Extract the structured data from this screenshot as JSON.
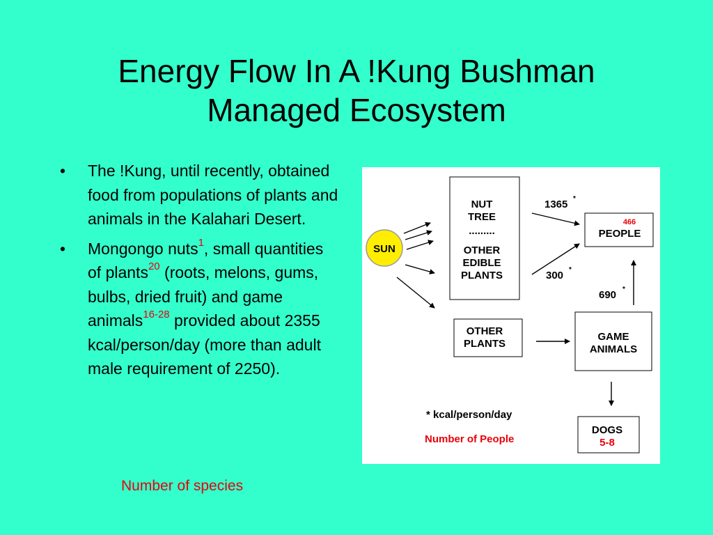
{
  "title": {
    "line1": "Energy Flow In A !Kung Bushman",
    "line2": "Managed Ecosystem"
  },
  "bullets": {
    "b1": {
      "text": "The !Kung, until recently, obtained food from populations of plants and animals in the Kalahari Desert."
    },
    "b2": {
      "part1": "Mongongo nuts",
      "sup1": "1",
      "part2": ", small quantities of plants",
      "sup2": "20",
      "part3": " (roots, melons, gums, bulbs, dried fruit) and game animals",
      "sup3": "16-28",
      "part4": " provided about 2355 kcal/person/day (more than adult male requirement of 2250)."
    },
    "bullet_symbol": "•"
  },
  "note": "Number of species",
  "diagram": {
    "sun": "SUN",
    "nut_tree": {
      "line1": "NUT",
      "line2": "TREE",
      "dots": "........."
    },
    "other_edible": {
      "line1": "OTHER",
      "line2": "EDIBLE",
      "line3": "PLANTS"
    },
    "people": {
      "count": "466",
      "label": "PEOPLE"
    },
    "other_plants": {
      "line1": "OTHER",
      "line2": "PLANTS"
    },
    "game_animals": {
      "line1": "GAME",
      "line2": "ANIMALS"
    },
    "dogs": {
      "label": "DOGS",
      "count": "5-8"
    },
    "flows": {
      "nut_to_people": "1365",
      "edible_to_people": "300",
      "game_to_people": "690",
      "asterisk": "*"
    },
    "legend": {
      "unit": "* kcal/person/day",
      "people": "Number of People"
    }
  },
  "colors": {
    "background": "#33ffcc",
    "accent_red": "#e8000b",
    "sun_fill": "#ffee00"
  }
}
